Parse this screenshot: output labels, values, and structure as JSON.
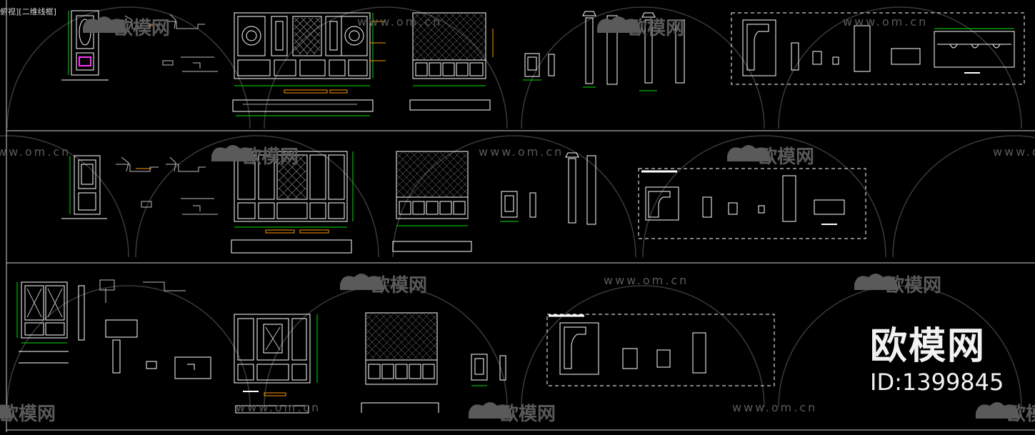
{
  "viewport": {
    "label": "俯视][二维线框]"
  },
  "watermark": {
    "brand_text": "欧模网",
    "site_text": "www.om.cn"
  },
  "brand": {
    "name": "欧模网",
    "id_text": "ID:1399845"
  },
  "colors": {
    "background": "#000000",
    "line_primary": "#ffffff",
    "line_secondary": "#bfbfbf",
    "dimension": "#00e000",
    "accent": "#ff9900",
    "highlight": "#ff33ff",
    "watermark": "#5a5a5a"
  },
  "icons": {
    "watermark_logo": "sofa-logo-icon"
  }
}
